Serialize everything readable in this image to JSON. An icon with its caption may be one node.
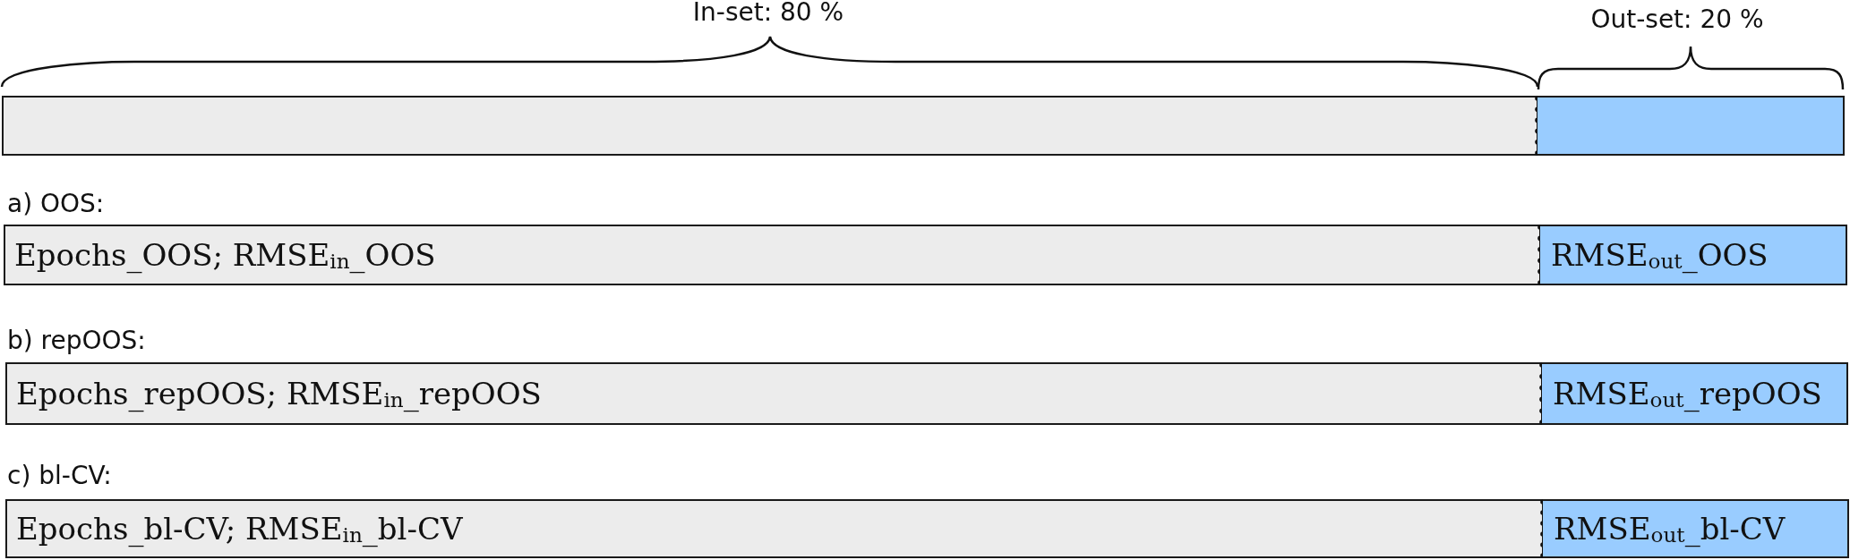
{
  "diagram": {
    "nodes": [
      {
        "text": [],
        "shape": "box"
      },
      {
        "text": [],
        "shape": "box"
      },
      {
        "text": [
          "Epochs_OOS; RMSE$_{in}$_OOS"
        ]
      },
      {
        "text": [
          "RMSE$_{out}$_OOS"
        ]
      },
      {
        "text": [
          "Epochs_repOOS; RMSE$_{in}$_repOOS"
        ]
      },
      {
        "text": [
          "RMSE$_{out}$_repOOS"
        ]
      },
      {
        "text": [
          "Epochs_bl-CV; RMSE$_{in}$_bl-CV"
        ]
      },
      {
        "text": [
          "RMSE$_{out}$_bl-CV"
        ]
      }
    ],
    "labels": [
      "In-set: 80 %",
      "Out-set: 20 %",
      "a) OOS:",
      "b) repOOS:",
      "c) bl-CV:"
    ]
  }
}
